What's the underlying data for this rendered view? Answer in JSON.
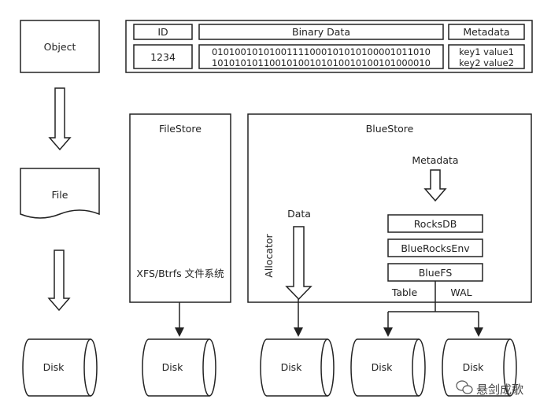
{
  "object_label": "Object",
  "file_label": "File",
  "table": {
    "headers": {
      "id": "ID",
      "binary": "Binary Data",
      "metadata": "Metadata"
    },
    "row": {
      "id": "1234",
      "binary_line1": "01010010101001111000101010100001011010",
      "binary_line2": "10101010110010100101010010100101000010",
      "meta_line1": "key1 value1",
      "meta_line2": "key2 value2"
    }
  },
  "filestore": {
    "title": "FileStore",
    "fs_label": "XFS/Btrfs 文件系统"
  },
  "bluestore": {
    "title": "BlueStore",
    "metadata_label": "Metadata",
    "data_label": "Data",
    "allocator_label": "Allocator",
    "layers": [
      "RocksDB",
      "BlueRocksEnv",
      "BlueFS"
    ],
    "table_label": "Table",
    "wal_label": "WAL"
  },
  "disks": [
    "Disk",
    "Disk",
    "Disk",
    "Disk",
    "Disk"
  ],
  "watermark": "悬剑成歌"
}
